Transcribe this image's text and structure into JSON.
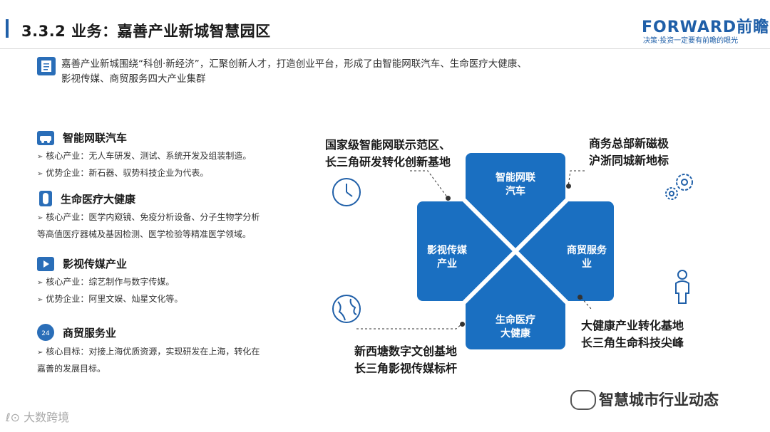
{
  "header": {
    "title": "3.3.2  业务：嘉善产业新城智慧园区",
    "brand": "FORWARD前瞻",
    "slogan": "决策·投资一定要有前瞻的眼光"
  },
  "intro": {
    "line1": "嘉善产业新城围绕“科创·新经济”，汇聚创新人才，打造创业平台，形成了由智能网联汽车、生命医疗大健康、",
    "line2": "影视传媒、商贸服务四大产业集群"
  },
  "sections": [
    {
      "title": "智能网联汽车",
      "icon": "car-icon",
      "lines": [
        "核心产业：无人车研发、测试、系统开发及组装制造。",
        "优势企业：新石器、驭势科技企业为代表。"
      ]
    },
    {
      "title": "生命医疗大健康",
      "icon": "medicine-icon",
      "lines": [
        "核心产业：医学内窥镜、免疫分析设备、分子生物学分析",
        "等高值医疗器械及基因检测、医学检验等精准医学领域。"
      ]
    },
    {
      "title": "影视传媒产业",
      "icon": "video-icon",
      "lines": [
        "核心产业：综艺制作与数字传媒。",
        "优势企业：阿里文娱、灿星文化等。"
      ]
    },
    {
      "title": "商贸服务业",
      "icon": "24h-icon",
      "lines": [
        "核心目标：对接上海优质资源，实现研发在上海，转化在",
        "嘉善的发展目标。"
      ]
    }
  ],
  "diagram": {
    "top": {
      "l1": "智能网联",
      "l2": "汽车"
    },
    "left": {
      "l1": "影视传媒",
      "l2": "产业"
    },
    "right": {
      "l1": "商贸服务",
      "l2": "业"
    },
    "bottom": {
      "l1": "生命医疗",
      "l2": "大健康"
    },
    "callouts": {
      "tl": {
        "l1": "国家级智能网联示范区、",
        "l2": "长三角研发转化创新基地"
      },
      "tr": {
        "l1": "商务总部新磁极",
        "l2": "沪浙同城新地标"
      },
      "bl": {
        "l1": "新西塘数字文创基地",
        "l2": "长三角影视传媒标杆"
      },
      "br": {
        "l1": "大健康产业转化基地",
        "l2": "长三角生命科技尖峰"
      }
    }
  },
  "footer": {
    "left": "大数跨境",
    "right": "智慧城市行业动态"
  }
}
